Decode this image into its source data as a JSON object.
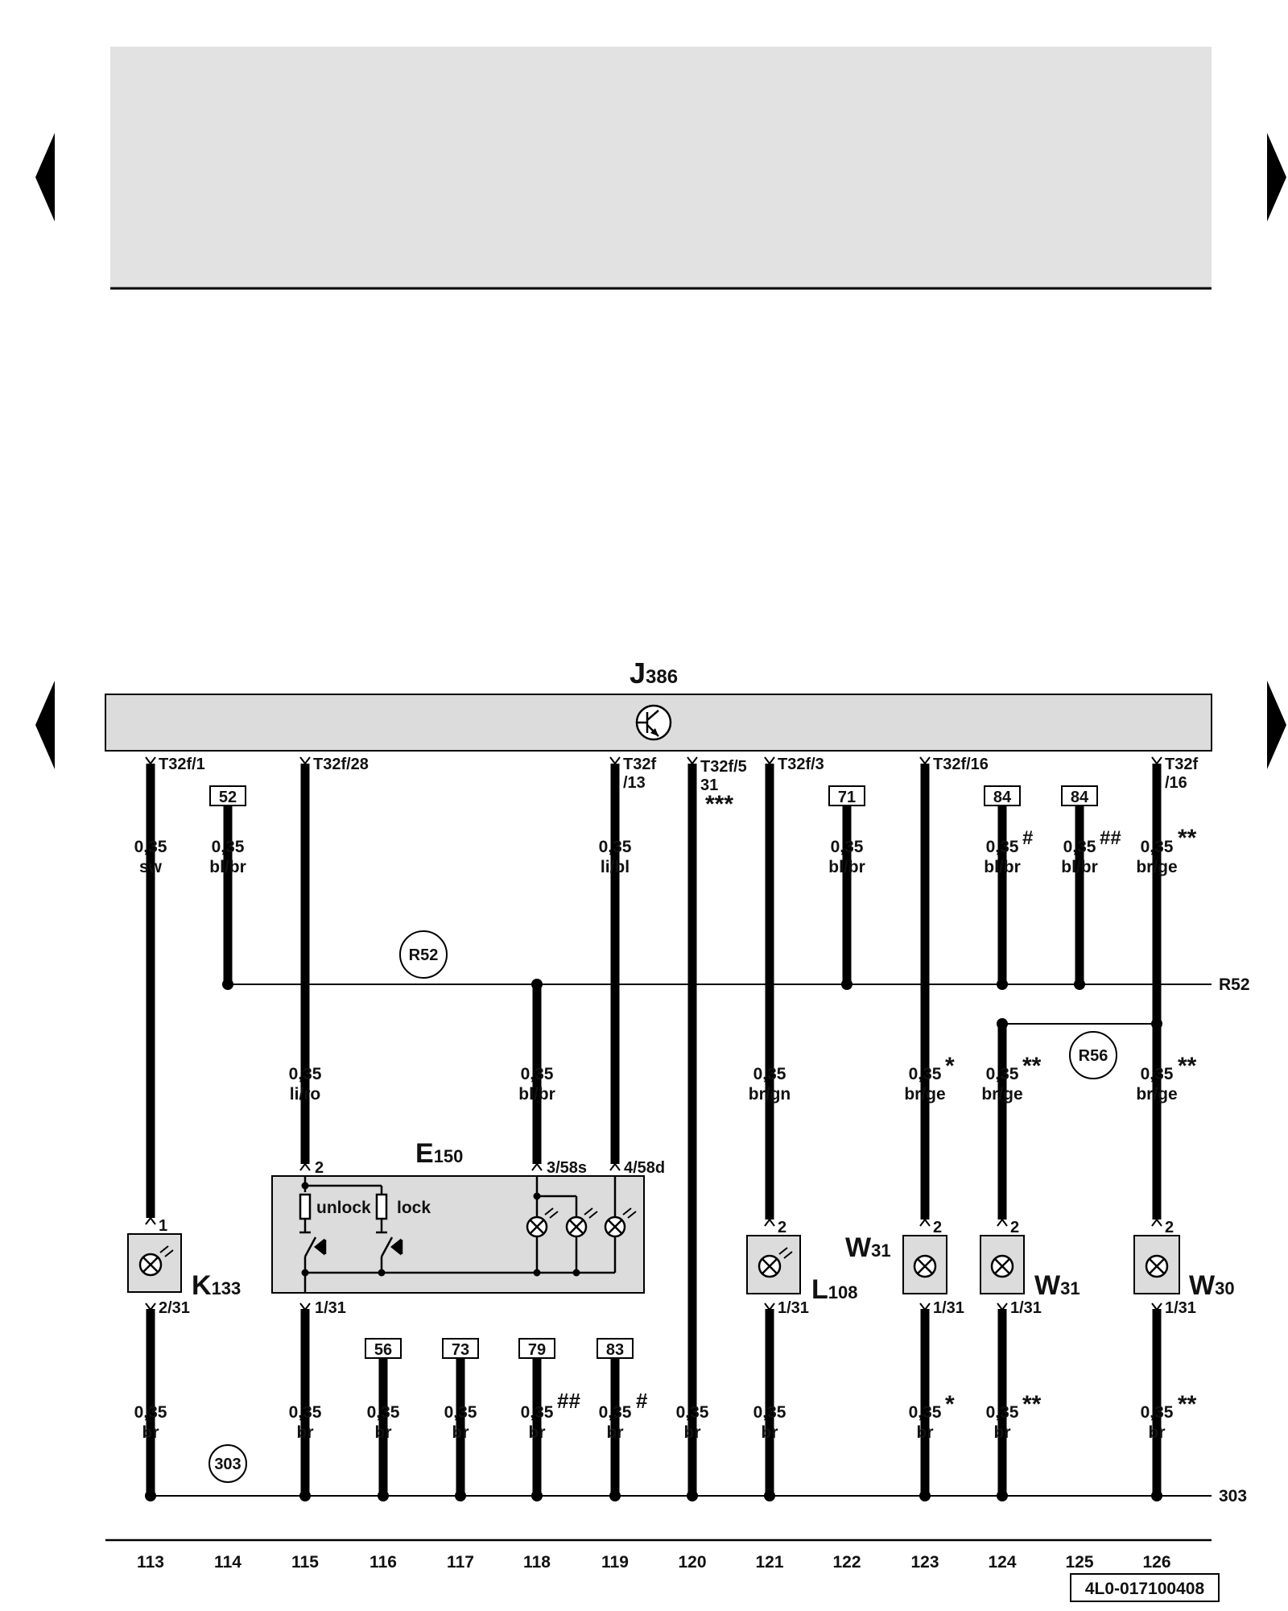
{
  "unit_main": {
    "letter": "J",
    "sub": "386"
  },
  "switch_unit": {
    "letter": "E",
    "sub": "150",
    "lbl_unlock": "unlock",
    "lbl_lock": "lock"
  },
  "components": [
    {
      "id": "k133",
      "letter": "K",
      "sub": "133"
    },
    {
      "id": "l108",
      "letter": "L",
      "sub": "108"
    },
    {
      "id": "w31a",
      "letter": "W",
      "sub": "31"
    },
    {
      "id": "w31b",
      "letter": "W",
      "sub": "31"
    },
    {
      "id": "w30",
      "letter": "W",
      "sub": "30"
    }
  ],
  "pins_top": [
    "T32f/1",
    "T32f/28",
    "T32f",
    "/13",
    "T32f/5",
    "31",
    "T32f/3",
    "T32f/16",
    "T32f",
    "/16"
  ],
  "pins_e150": [
    "2",
    "3/58s",
    "4/58d",
    "1/31"
  ],
  "pins_comp": [
    "1",
    "2/31",
    "2",
    "1/31",
    "2",
    "1/31",
    "2",
    "1/31",
    "2",
    "1/31"
  ],
  "refs_top": [
    "52",
    "71",
    "84",
    "84"
  ],
  "refs_bottom": [
    "56",
    "73",
    "79",
    "83"
  ],
  "wires_upper": [
    {
      "gauge": "0,35",
      "color": "sw",
      "mark": ""
    },
    {
      "gauge": "0,35",
      "color": "bl/br",
      "mark": ""
    },
    {
      "gauge": "0,35",
      "color": "li/bl",
      "mark": ""
    },
    {
      "gauge": "0,35",
      "color": "bl/br",
      "mark": ""
    },
    {
      "gauge": "0,35",
      "color": "bl/br",
      "mark": "#"
    },
    {
      "gauge": "0,35",
      "color": "bl/br",
      "mark": "##"
    },
    {
      "gauge": "0,35",
      "color": "br/ge",
      "mark": "**"
    }
  ],
  "wires_mid": [
    {
      "gauge": "0,35",
      "color": "li/ro",
      "mark": ""
    },
    {
      "gauge": "0,35",
      "color": "bl/br",
      "mark": ""
    },
    {
      "gauge": "0,35",
      "color": "br/gn",
      "mark": ""
    },
    {
      "gauge": "0,35",
      "color": "br/ge",
      "mark": "*"
    },
    {
      "gauge": "0,35",
      "color": "br/ge",
      "mark": "**"
    },
    {
      "gauge": "0,35",
      "color": "br/ge",
      "mark": "**"
    }
  ],
  "wires_lower": [
    {
      "gauge": "0,35",
      "color": "br",
      "mark": ""
    },
    {
      "gauge": "0,35",
      "color": "br",
      "mark": ""
    },
    {
      "gauge": "0,35",
      "color": "br",
      "mark": ""
    },
    {
      "gauge": "0,35",
      "color": "br",
      "mark": ""
    },
    {
      "gauge": "0,35",
      "color": "br",
      "mark": "##"
    },
    {
      "gauge": "0,35",
      "color": "br",
      "mark": "#"
    },
    {
      "gauge": "0,35",
      "color": "br",
      "mark": ""
    },
    {
      "gauge": "0,35",
      "color": "br",
      "mark": ""
    },
    {
      "gauge": "0,35",
      "color": "br",
      "mark": "*"
    },
    {
      "gauge": "0,35",
      "color": "br",
      "mark": "**"
    },
    {
      "gauge": "0,35",
      "color": "br",
      "mark": "**"
    }
  ],
  "t520_mark": "***",
  "buses": {
    "r52_circle": "R52",
    "r52_end": "R52",
    "r56_circle": "R56",
    "g303_circle": "303",
    "g303_end": "303"
  },
  "columns": [
    "113",
    "114",
    "115",
    "116",
    "117",
    "118",
    "119",
    "120",
    "121",
    "122",
    "123",
    "124",
    "125",
    "126"
  ],
  "drawing_number": "4L0-017100408"
}
